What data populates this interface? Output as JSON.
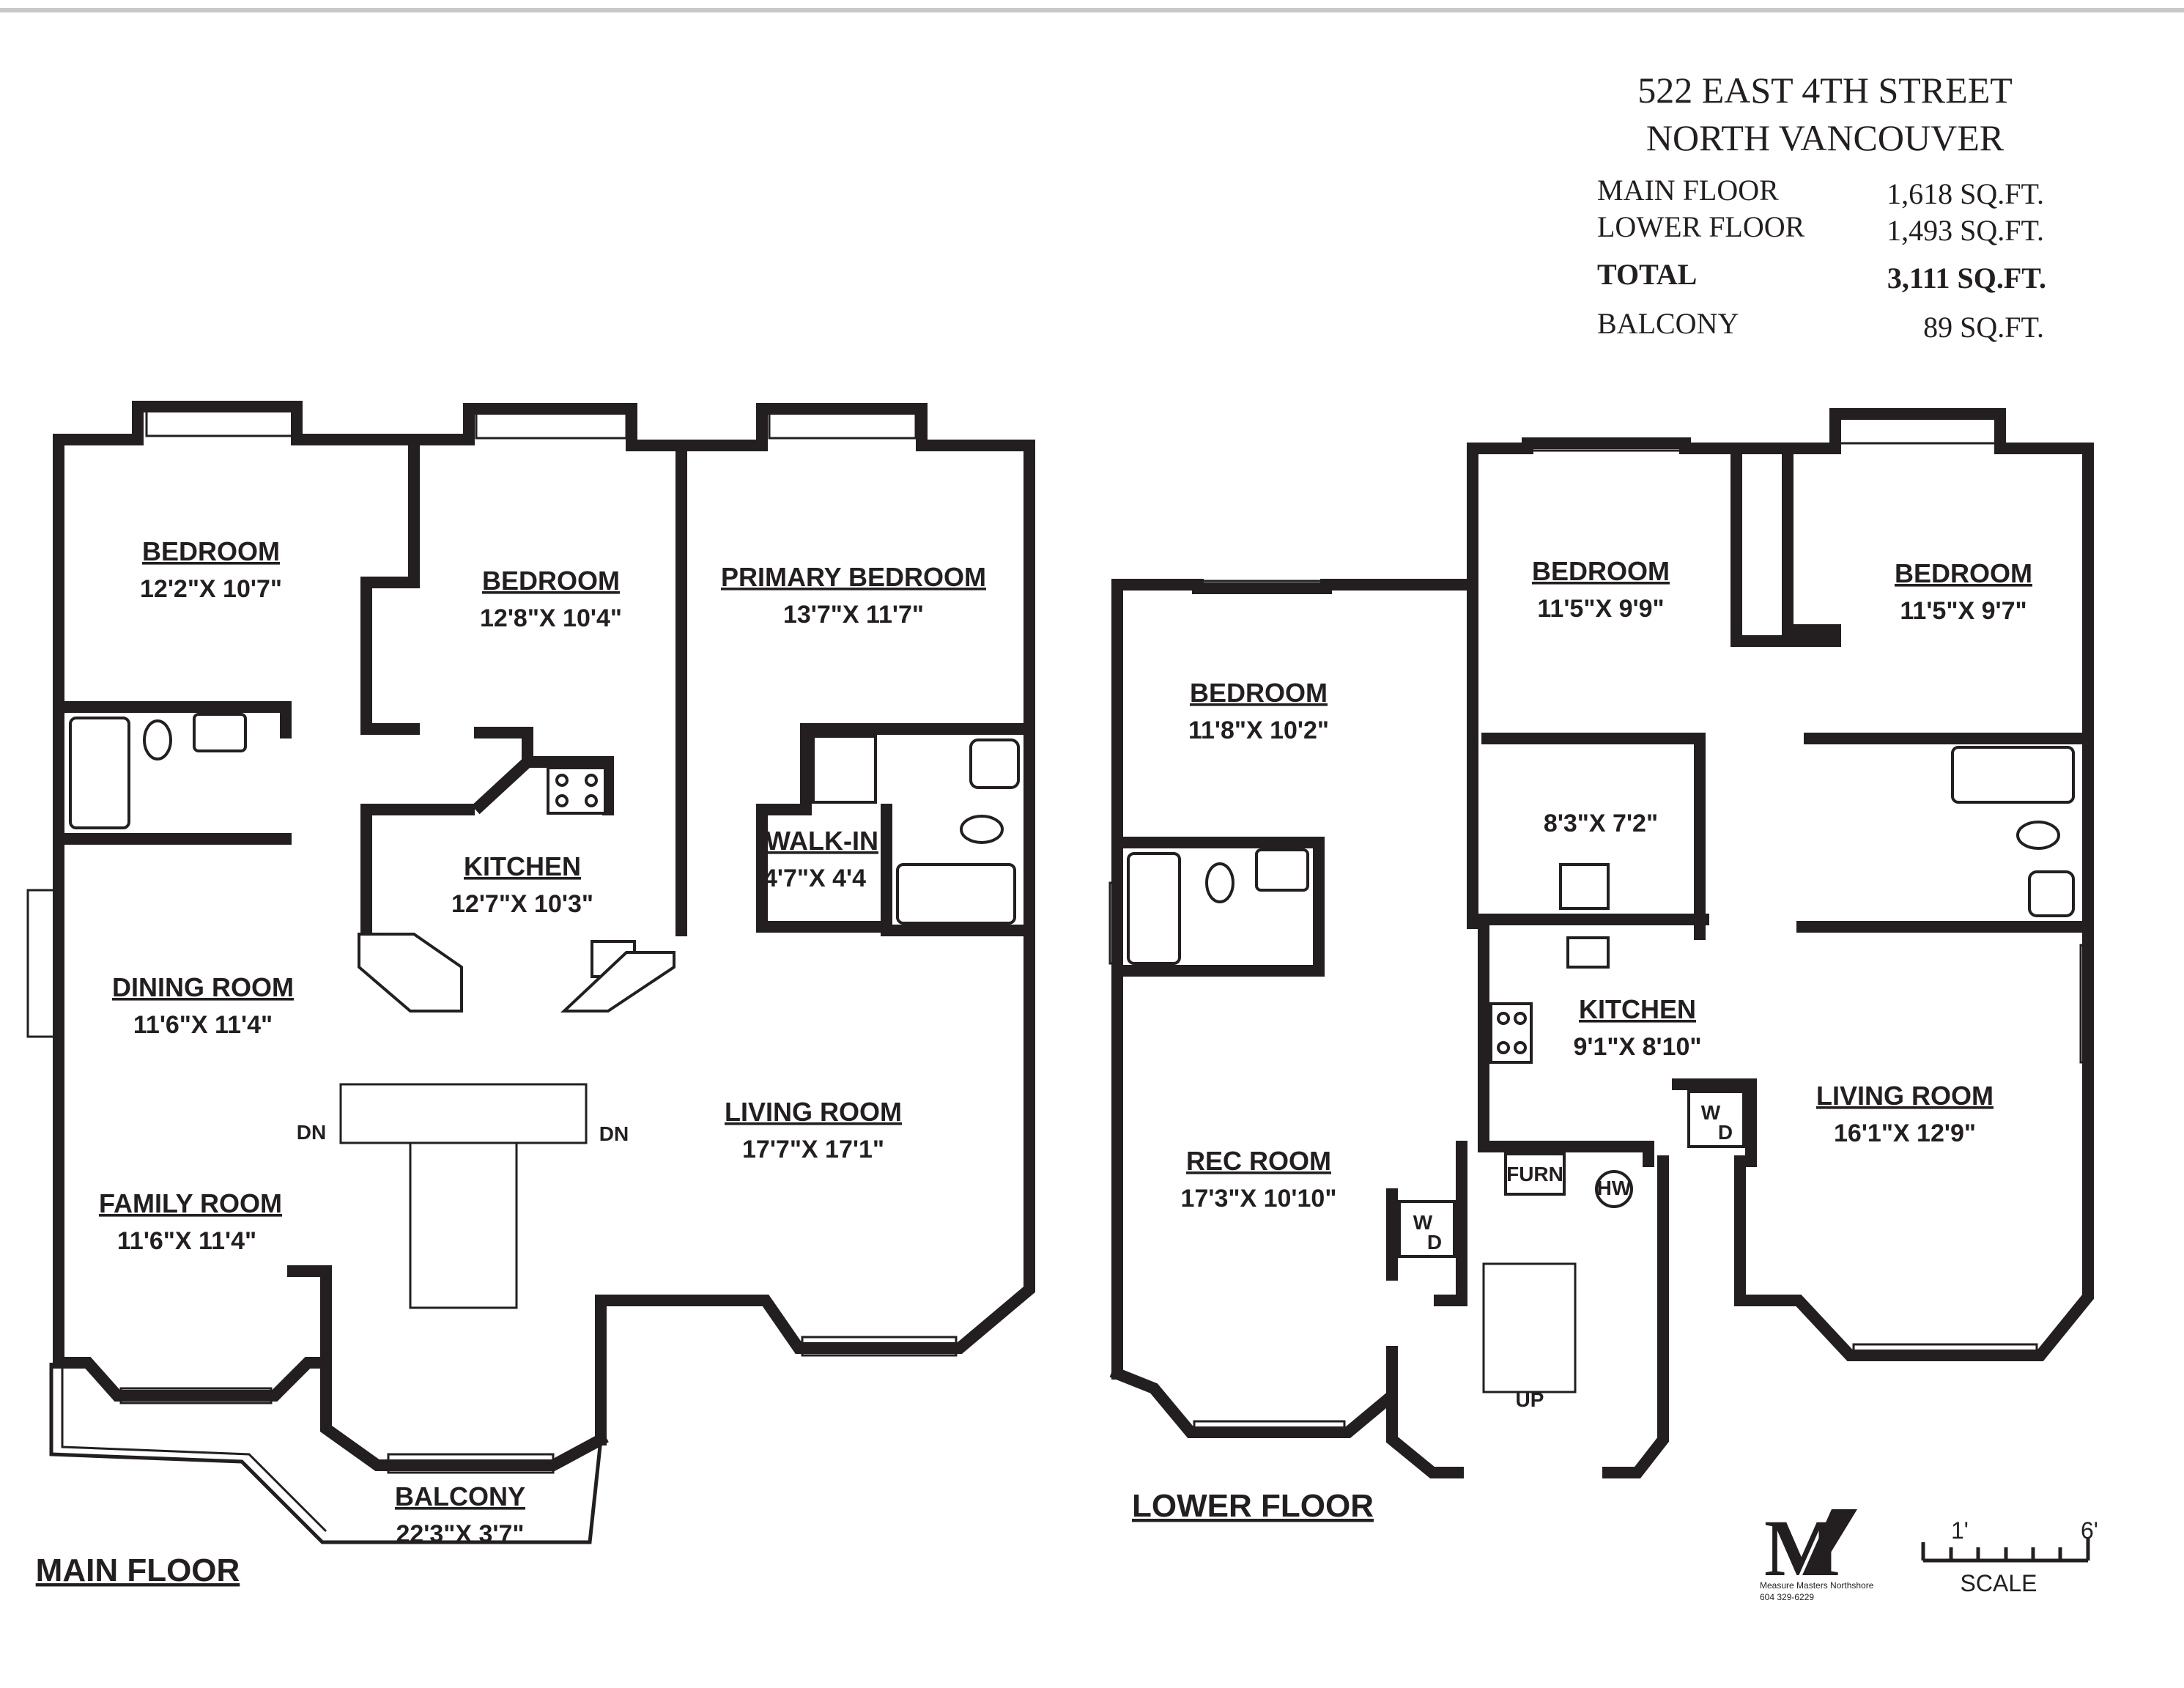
{
  "header": {
    "address_line1": "522 EAST 4TH STREET",
    "address_line2": "NORTH VANCOUVER"
  },
  "areas": [
    {
      "label": "MAIN FLOOR",
      "value": "1,618 SQ.FT."
    },
    {
      "label": "LOWER FLOOR",
      "value": "1,493 SQ.FT."
    },
    {
      "label": "TOTAL",
      "value": "3,111 SQ.FT."
    },
    {
      "label": "BALCONY",
      "value": "89 SQ.FT."
    }
  ],
  "main_floor": {
    "label": "MAIN FLOOR",
    "rooms": {
      "bedroom_a": {
        "name": "BEDROOM",
        "dims": "12'2\"X  10'7\""
      },
      "bedroom_b": {
        "name": "BEDROOM",
        "dims": "12'8\"X  10'4\""
      },
      "primary_bedroom": {
        "name": "PRIMARY  BEDROOM",
        "dims": "13'7\"X  11'7\""
      },
      "kitchen": {
        "name": "KITCHEN",
        "dims": "12'7\"X  10'3\""
      },
      "walk_in": {
        "name": "WALK-IN",
        "dims": "4'7\"X  4'4"
      },
      "dining_room": {
        "name": "DINING  ROOM",
        "dims": "11'6\"X  11'4\""
      },
      "living_room": {
        "name": "LIVING  ROOM",
        "dims": "17'7\"X  17'1\""
      },
      "family_room": {
        "name": "FAMILY  ROOM",
        "dims": "11'6\"X  11'4\""
      },
      "balcony": {
        "name": "BALCONY",
        "dims": "22'3\"X  3'7\""
      }
    },
    "stair_left": "DN",
    "stair_right": "DN"
  },
  "lower_floor": {
    "label": "LOWER  FLOOR",
    "rooms": {
      "bedroom_a": {
        "name": "BEDROOM",
        "dims": "11'8\"X  10'2\""
      },
      "bedroom_b": {
        "name": "BEDROOM",
        "dims": "11'5\"X  9'9\""
      },
      "bedroom_c": {
        "name": "BEDROOM",
        "dims": "11'5\"X  9'7\""
      },
      "bath_dims": {
        "dims": "8'3\"X  7'2\""
      },
      "kitchen": {
        "name": "KITCHEN",
        "dims": "9'1\"X  8'10\""
      },
      "living_room": {
        "name": "LIVING  ROOM",
        "dims": "16'1\"X  12'9\""
      },
      "rec_room": {
        "name": "REC  ROOM",
        "dims": "17'3\"X  10'10\""
      }
    },
    "furnace": "FURN",
    "hot_water": "HW",
    "stair": "UP",
    "washer_dryer_top": "W",
    "washer_dryer_bottom": "D"
  },
  "logo": {
    "letter": "M",
    "line1": "Measure Masters Northshore",
    "line2": "604 329-6229"
  },
  "scale": {
    "left_mark": "1'",
    "right_mark": "6'",
    "label": "SCALE"
  }
}
